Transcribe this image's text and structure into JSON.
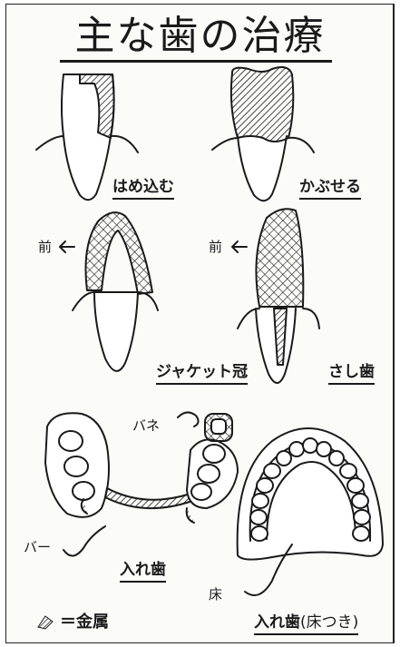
{
  "title": "主な歯の治療",
  "labels": {
    "inlay": "はめ込む",
    "crown": "かぶせる",
    "jacket_crown": "ジャケット冠",
    "post_crown": "さし歯",
    "partial_denture": "入れ歯",
    "full_denture": "入れ歯",
    "full_denture_note": "(床つき)"
  },
  "annotations": {
    "front_left": "前",
    "front_right": "前",
    "spring": "バネ",
    "bar": "バー",
    "base": "床"
  },
  "legend": {
    "text": "＝金属"
  },
  "colors": {
    "ink": "#1a1a1a",
    "paper": "#fbfbf8"
  }
}
